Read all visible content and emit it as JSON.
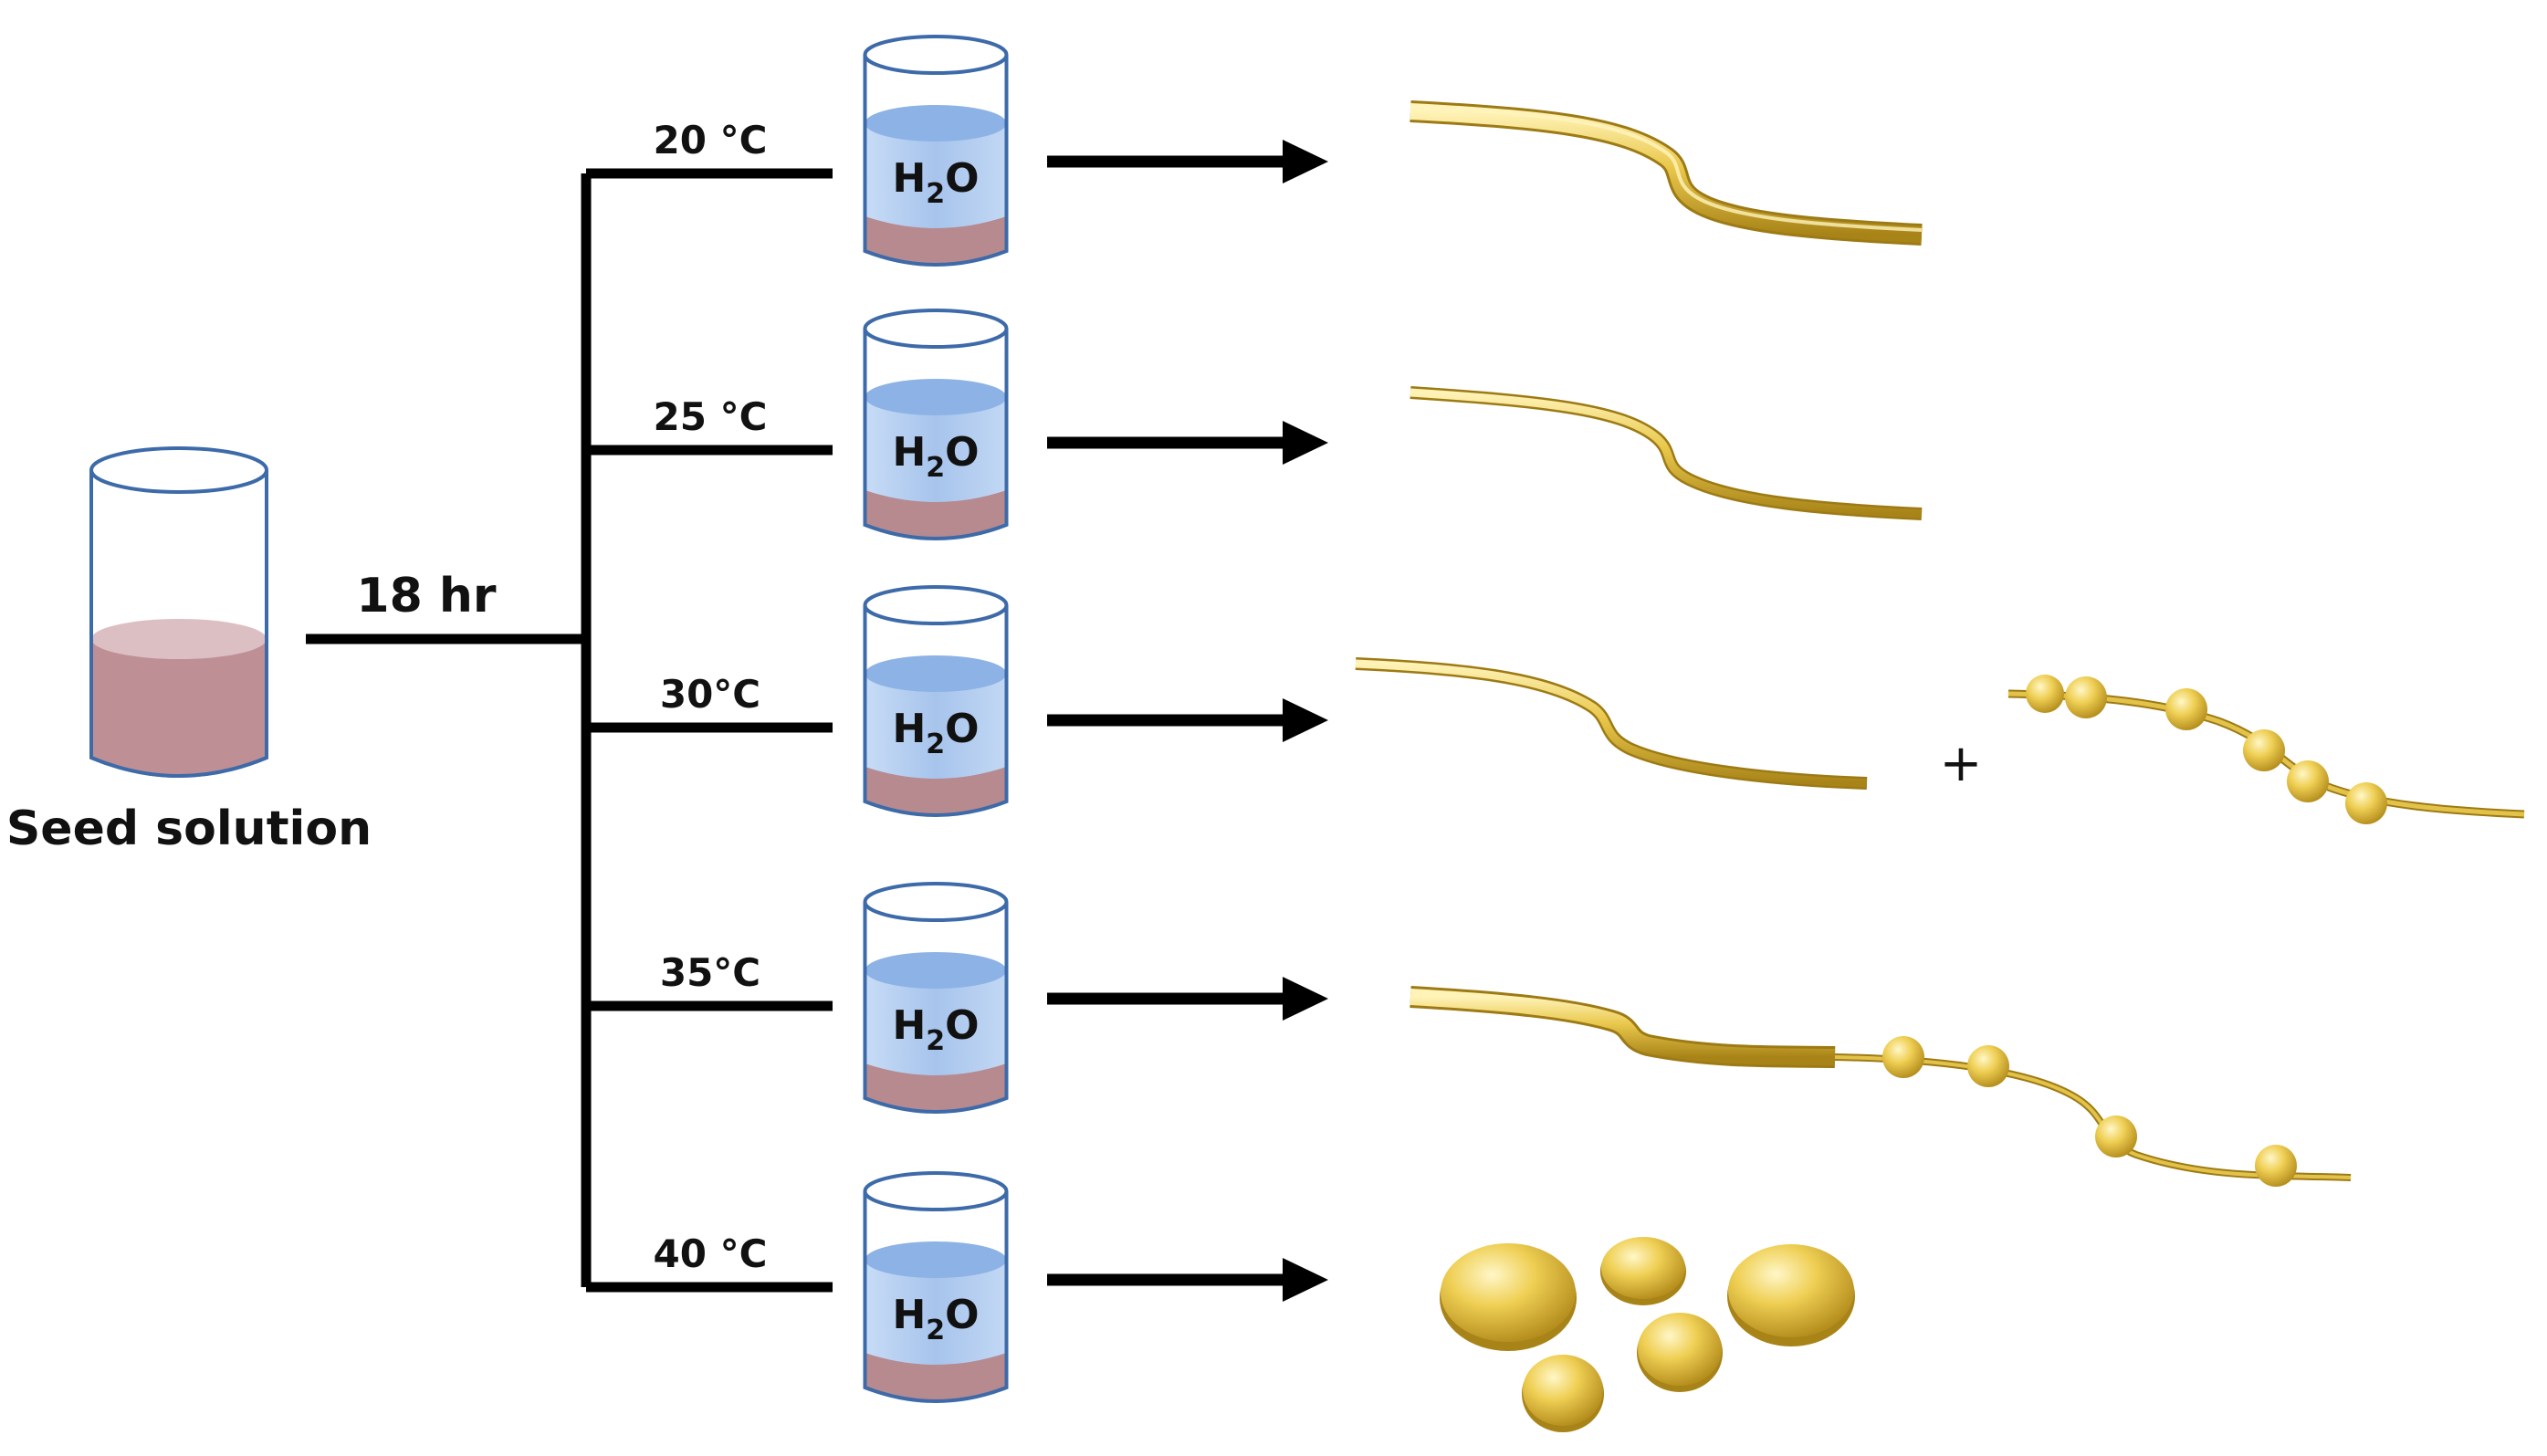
{
  "seed": {
    "label": "Seed solution"
  },
  "time": {
    "label": "18 hr"
  },
  "beaker": {
    "h": "H",
    "sub": "2",
    "o": "O"
  },
  "rows": [
    {
      "temp": "20 °C",
      "product": "nanowire"
    },
    {
      "temp": "25 °C",
      "product": "nanowire"
    },
    {
      "temp": "30°C",
      "product": "nanowire + beaded nanowire"
    },
    {
      "temp": "35°C",
      "product": "partially beaded nanowire"
    },
    {
      "temp": "40 °C",
      "product": "particles"
    }
  ],
  "plus": "+",
  "colors": {
    "line": "#000000",
    "water": "#a9c6ec",
    "water_top": "#8db2e6",
    "sediment": "#b68a8f",
    "seed_liquid": "#bf8f96",
    "seed_top": "#dcbfc3",
    "beaker_stroke": "#3d6aa8",
    "gold": "#e3c24a",
    "gold_light": "#fbe9a0",
    "gold_dark": "#b08a1a"
  }
}
